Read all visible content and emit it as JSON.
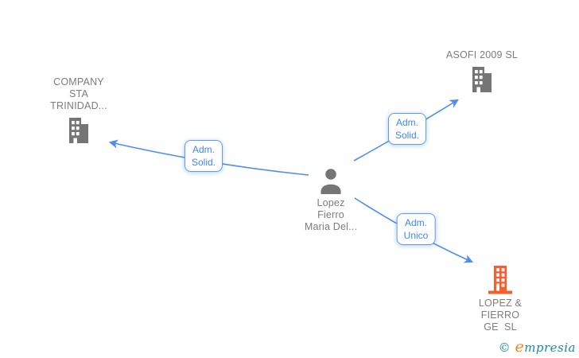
{
  "diagram": {
    "type": "corporate-relations-graph",
    "background": "#ffffff",
    "colors": {
      "node_text_gray": "#7c7c7c",
      "icon_gray": "#757575",
      "icon_orange": "#f95d2b",
      "edge_blue": "#4d8ef0",
      "edge_label_text": "#4285f4",
      "edge_label_border": "#5f9bf2",
      "watermark_teal": "#1b8a9e",
      "watermark_orange": "#f5821f"
    },
    "nodes": {
      "trinidad": {
        "label": "COMPANY\nSTA\nTRINIDAD...",
        "icon": "building-icon",
        "icon_color": "#757575"
      },
      "asofi": {
        "label": "ASOFI 2009 SL",
        "icon": "building-icon",
        "icon_color": "#757575"
      },
      "person": {
        "label": "Lopez\nFierro\nMaria Del...",
        "icon": "person-icon",
        "icon_color": "#757575"
      },
      "lopez_fierro": {
        "label": "LOPEZ &\nFIERRO\nGE  SL",
        "icon": "building-icon",
        "icon_color": "#f95d2b"
      }
    },
    "edges": [
      {
        "from": "person",
        "to": "trinidad",
        "label": "Adm.\nSolid."
      },
      {
        "from": "person",
        "to": "asofi",
        "label": "Adm.\nSolid."
      },
      {
        "from": "person",
        "to": "lopez_fierro",
        "label": "Adm.\nUnico"
      }
    ],
    "watermark": {
      "symbol": "©",
      "brand_initial": "e",
      "brand_rest": "mpresia"
    }
  }
}
